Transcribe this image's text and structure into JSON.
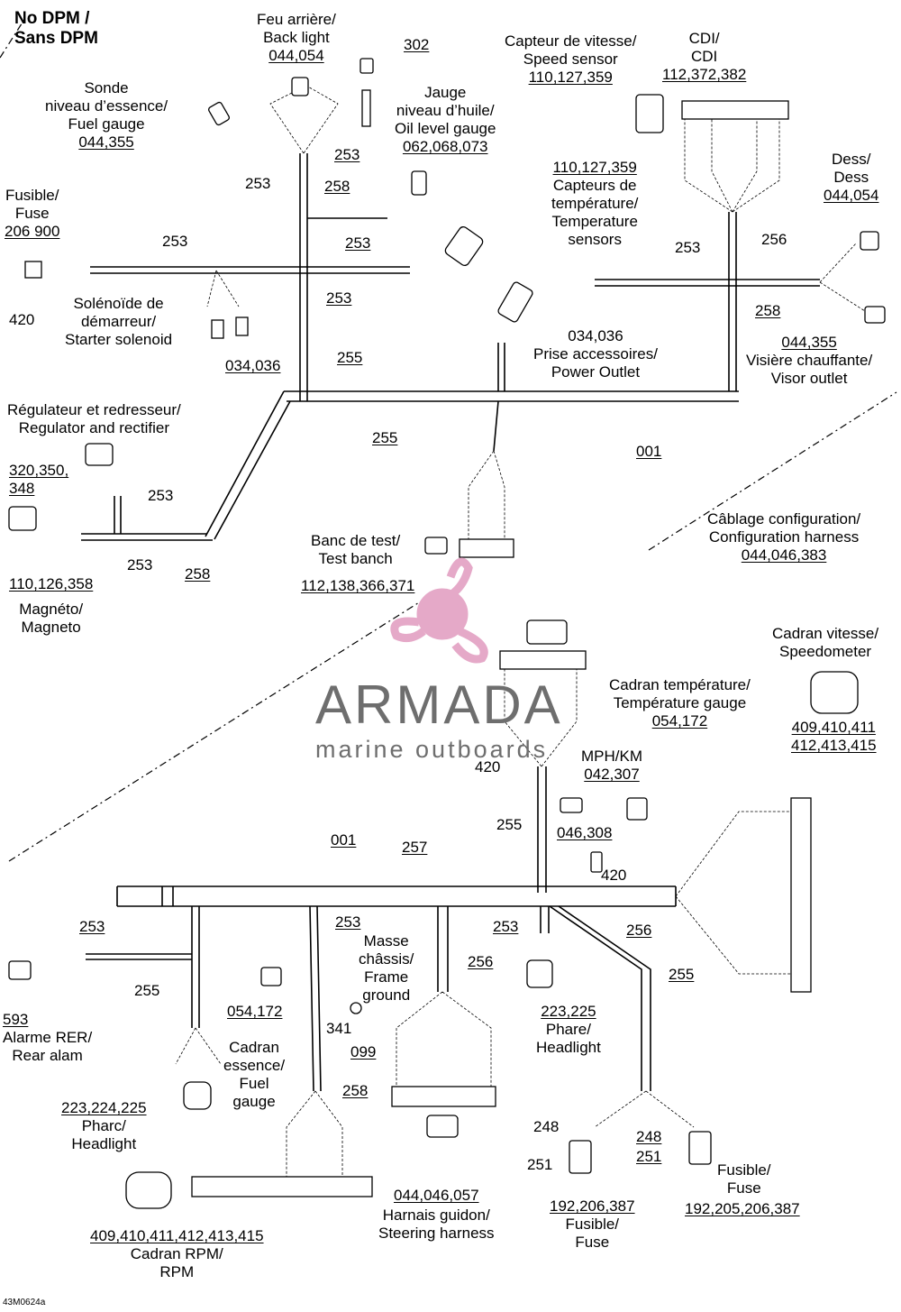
{
  "header": {
    "line1": "No DPM /",
    "line2": "Sans DPM"
  },
  "labels": {
    "back_light": {
      "fr": "Feu arrière/",
      "en": "Back light",
      "ref": "044,054"
    },
    "r302": "302",
    "fuel_gauge_top": {
      "l1": "Sonde",
      "l2": "niveau d’essence/",
      "l3": "Fuel gauge",
      "ref": "044,355"
    },
    "oil_level": {
      "l1": "Jauge",
      "l2": "niveau d’huile/",
      "l3": "Oil level gauge",
      "ref": "062,068,073"
    },
    "speed_sensor": {
      "fr": "Capteur de vitesse/",
      "en": "Speed sensor",
      "ref": "110,127,359"
    },
    "cdi": {
      "fr": "CDI/",
      "en": "CDI",
      "ref": "112,372,382"
    },
    "temp_sensors": {
      "ref": "110,127,359",
      "l1": "Capteurs de",
      "l2": "température/",
      "l3": "Temperature",
      "l4": "sensors"
    },
    "dess": {
      "fr": "Dess/",
      "en": "Dess",
      "ref": "044,054"
    },
    "fuse_top": {
      "fr": "Fusible/",
      "en": "Fuse",
      "ref": "206 900",
      "r420": "420"
    },
    "starter": {
      "l1": "Solénoïde de",
      "l2": "démarreur/",
      "l3": "Starter solenoid",
      "ref": "034,036"
    },
    "power_outlet": {
      "ref": "034,036",
      "fr": "Prise accessoires/",
      "en": "Power Outlet"
    },
    "visor": {
      "ref": "044,355",
      "fr": "Visière chauffante/",
      "en": "Visor outlet"
    },
    "regulator": {
      "fr": "Régulateur et redresseur/",
      "en": "Regulator and rectifier",
      "ref1": "320,350,",
      "ref2": "348"
    },
    "magneto": {
      "ref": "110,126,358",
      "fr": "Magnéto/",
      "en": "Magneto"
    },
    "test_bench": {
      "fr": "Banc de test/",
      "en": "Test banch",
      "ref": "112,138,366,371"
    },
    "config_harness": {
      "fr": "Câblage configuration/",
      "en": "Configuration harness",
      "ref": "044,046,383"
    },
    "speedometer": {
      "fr": "Cadran vitesse/",
      "en": "Speedometer",
      "ref1": "409,410,411",
      "ref2": "412,413,415"
    },
    "temp_gauge": {
      "fr": "Cadran température/",
      "en": "Température gauge",
      "ref": "054,172"
    },
    "mph": {
      "title": "MPH/KM",
      "ref": "042,307"
    },
    "r046": "046,308",
    "r420a": "420",
    "r420b": "420",
    "frame_ground": {
      "l1": "Masse",
      "l2": "châssis/",
      "l3": "Frame",
      "l4": "ground"
    },
    "r054": "054,172",
    "r341": "341",
    "r099": "099",
    "rear_alarm": {
      "ref": "593",
      "fr": "Alarme RER/",
      "en": "Rear alam"
    },
    "fuel_gauge_bottom": {
      "l1": "Cadran",
      "l2": "essence/",
      "l3": "Fuel",
      "l4": "gauge"
    },
    "headlight_left": {
      "ref": "223,224,225",
      "fr": "Pharc/",
      "en": "Headlight"
    },
    "headlight_mid": {
      "ref": "223,225",
      "fr": "Phare/",
      "en": "Headlight"
    },
    "steering": {
      "ref": "044,046,057",
      "fr": "Harnais guidon/",
      "en": "Steering harness"
    },
    "rpm": {
      "ref": "409,410,411,412,413,415",
      "fr": "Cadran RPM/",
      "en": "RPM"
    },
    "fuse_left": {
      "r248": "248",
      "r251": "251",
      "ref": "192,206,387",
      "fr": "Fusible/",
      "en": "Fuse"
    },
    "fuse_right": {
      "r248": "248",
      "r251": "251",
      "fr": "Fusible/",
      "en": "Fuse",
      "ref": "192,205,206,387"
    },
    "figure_code": "43M0624a"
  },
  "wire_refs": {
    "w253a": "253",
    "w258a": "258",
    "w253b": "253",
    "w253c": "253",
    "w253d": "253",
    "w253e": "253",
    "w255a": "255",
    "w255b": "255",
    "w256a": "256",
    "w258b": "258",
    "w253f": "253",
    "w253g": "253",
    "w258c": "258",
    "w001a": "001",
    "w001b": "001",
    "w257": "257",
    "w255c": "255",
    "w253h": "253",
    "w253i": "253",
    "w253j": "253",
    "w256b": "256",
    "w256c": "256",
    "w255d": "255",
    "w255e": "255",
    "w258d": "258"
  },
  "watermark": {
    "brand": "ARMADA",
    "tagline": "marine outboards",
    "accent": "#e5a9c8",
    "text_color": "#6e6e6e"
  }
}
